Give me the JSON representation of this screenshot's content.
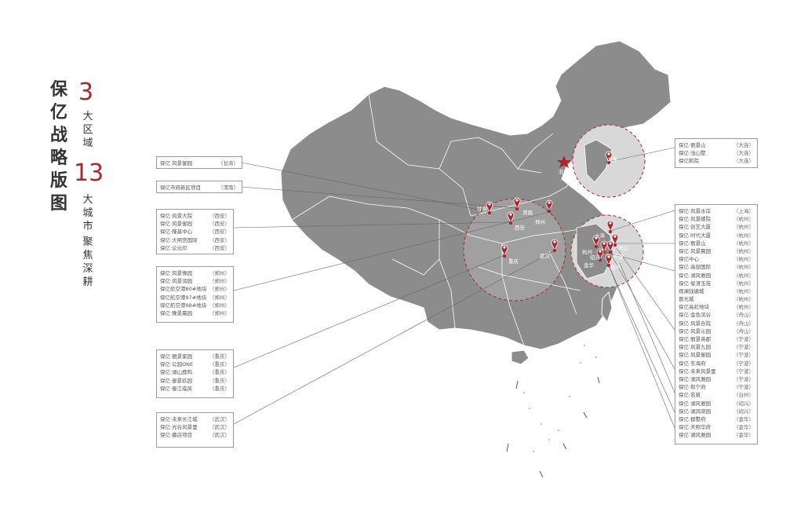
{
  "title": {
    "chars": [
      "保",
      "亿",
      "战",
      "略",
      "版",
      "图"
    ]
  },
  "stat1": {
    "number": "3",
    "label_chars": [
      "大",
      "区",
      "域"
    ]
  },
  "stat2": {
    "number": "13",
    "label_col1": [
      "大",
      "城",
      "市"
    ],
    "label_col2": [
      "聚",
      "焦",
      "深",
      "耕"
    ]
  },
  "capital": {
    "name": "北京"
  },
  "colors": {
    "accent": "#a8282f",
    "map_fill": "#8c8c8c",
    "map_border": "#ffffff",
    "box_border": "#9a9a9a"
  },
  "cities": {
    "gansu": "甘肃",
    "weinan": "渭南",
    "xian": "西安",
    "zhengzhou": "郑州",
    "chongqing": "重庆",
    "wuhan": "武汉",
    "dalian": "大连",
    "shanghai": "上海",
    "zhoushan": "舟山",
    "hangzhou": "杭州",
    "shaoxing": "绍兴",
    "ningbo": "宁波",
    "jinhua": "金华",
    "taizhou": "台州"
  },
  "boxes": {
    "gansu": [
      [
        "保亿·风景御园",
        "（甘肃）"
      ]
    ],
    "weinan": [
      [
        "保亿市府新区项目",
        "（渭南）"
      ]
    ],
    "xian": [
      [
        "保亿·风景大院",
        "（西安）"
      ],
      [
        "保亿·风景御园",
        "（西安）"
      ],
      [
        "保亿·隆基中心",
        "（西安）"
      ],
      [
        "保亿·大明宫国际",
        "（西安）"
      ],
      [
        "保亿·公元印",
        "（西安）"
      ]
    ],
    "zhengzhou": [
      [
        "保亿·风景豫园",
        "（郑州）"
      ],
      [
        "保亿·风景润园",
        "（郑州）"
      ],
      [
        "保亿航空港80#地块",
        "（郑州）"
      ],
      [
        "保亿航空港97#地块",
        "（郑州）"
      ],
      [
        "保亿航空港98#地块",
        "（郑州）"
      ],
      [
        "保亿·豫景晨园",
        "（郑州）"
      ]
    ],
    "chongqing": [
      [
        "保亿·丽景紫园",
        "（重庆）"
      ],
      [
        "保亿·公园ONE",
        "（重庆）"
      ],
      [
        "保亿·湖山鹿鸣",
        "（重庆）"
      ],
      [
        "保亿·御景玖园",
        "（重庆）"
      ],
      [
        "保亿·御江临风",
        "（重庆）"
      ]
    ],
    "wuhan": [
      [
        "保亿·未来长江城",
        "（武汉）"
      ],
      [
        "保亿·光谷风景里",
        "（武汉）"
      ],
      [
        "保亿·墓店项目",
        "（武汉）"
      ]
    ],
    "dalian": [
      [
        "保亿·丽景山",
        "（大连）"
      ],
      [
        "保亿·浅山墅",
        "（大连）"
      ],
      [
        "保亿和院",
        "（大连）"
      ]
    ],
    "east": [
      [
        "保亿·风景水岸",
        "（上海）"
      ],
      [
        "保亿·风景蝶院",
        "（杭州）"
      ],
      [
        "保亿·创艺大厦",
        "（杭州）"
      ],
      [
        "保亿·时代大厦",
        "（杭州）"
      ],
      [
        "保亿·丽景山",
        "（杭州）"
      ],
      [
        "保亿·风景晨园",
        "（杭州）"
      ],
      [
        "保亿中心",
        "（杭州）"
      ],
      [
        "保亿·高邸国际",
        "（杭州）"
      ],
      [
        "保亿·湖风雅园",
        "（杭州）"
      ],
      [
        "保亿·星澄玉苑",
        "（杭州）"
      ],
      [
        "观澜钱塘城",
        "（杭州）"
      ],
      [
        "晋光城",
        "（杭州）"
      ],
      [
        "保亿高虹地块",
        "（杭州）"
      ],
      [
        "保亿·金色滨谷",
        "（舟山）"
      ],
      [
        "保亿·风景合院",
        "（舟山）"
      ],
      [
        "保亿·风景沁园",
        "（舟山）"
      ],
      [
        "保亿·丽景英郡",
        "（宁波）"
      ],
      [
        "保亿·风景九园",
        "（宁波）"
      ],
      [
        "保亿·风景御园",
        "（宁波）"
      ],
      [
        "保亿·东海府",
        "（宁波）"
      ],
      [
        "保亿·未来风景里",
        "（宁波）"
      ],
      [
        "保亿·湖风雅园",
        "（宁波）"
      ],
      [
        "保亿·和宁府",
        "（宁波）"
      ],
      [
        "保亿·名筑",
        "（台州）"
      ],
      [
        "保亿·湖风雅园",
        "（绍兴）"
      ],
      [
        "保亿·湖风晓园",
        "（绍兴）"
      ],
      [
        "保亿·郡墅府",
        "（金华）"
      ],
      [
        "保亿·天照华府",
        "（金华）"
      ],
      [
        "保亿·湖风雅园",
        "（金华）"
      ]
    ]
  }
}
